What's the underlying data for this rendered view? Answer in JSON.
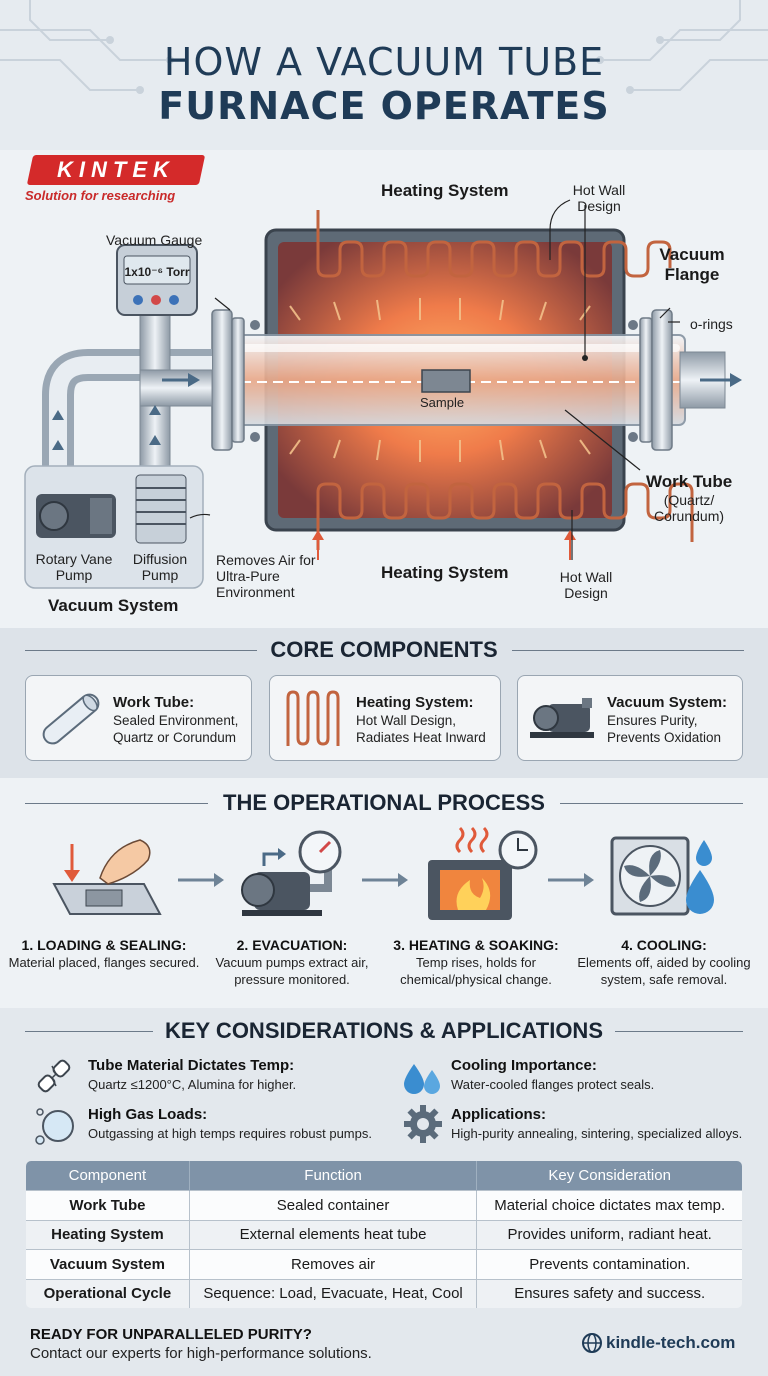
{
  "title": {
    "line1": "HOW A VACUUM TUBE",
    "line2": "FURNACE OPERATES"
  },
  "brand": {
    "name": "KINTEK",
    "tagline": "Solution for researching",
    "url": "kindle-tech.com",
    "color": "#d42a2a"
  },
  "diagram": {
    "heating_system_top": "Heating System",
    "heating_system_bottom": "Heating System",
    "hot_wall_top": "Hot Wall Design",
    "hot_wall_bottom": "Hot Wall Design",
    "vacuum_gauge": "Vacuum Gauge",
    "gauge_reading": "1x10⁻⁶ Torr",
    "vacuum_flange": "Vacuum Flange",
    "o_rings": "o-rings",
    "sample": "Sample",
    "work_tube": "Work Tube",
    "work_tube_material": "(Quartz/ Corundum)",
    "rotary_pump": "Rotary Vane Pump",
    "diffusion_pump": "Diffusion Pump",
    "vacuum_system": "Vacuum System",
    "removes_air": "Removes Air for Ultra-Pure Environment"
  },
  "core": {
    "title": "CORE COMPONENTS",
    "cards": [
      {
        "icon": "tube-icon",
        "title": "Work Tube:",
        "text": "Sealed Environment, Quartz or Corundum"
      },
      {
        "icon": "coil-icon",
        "title": "Heating System:",
        "text": "Hot Wall Design, Radiates Heat Inward"
      },
      {
        "icon": "pump-icon",
        "title": "Vacuum System:",
        "text": "Ensures Purity, Prevents Oxidation"
      }
    ]
  },
  "process": {
    "title": "THE OPERATIONAL PROCESS",
    "steps": [
      {
        "icon": "loading-icon",
        "title": "1. LOADING & SEALING:",
        "text": "Material placed, flanges secured."
      },
      {
        "icon": "evacuation-icon",
        "title": "2. EVACUATION:",
        "text": "Vacuum pumps extract air, pressure monitored."
      },
      {
        "icon": "heating-icon",
        "title": "3. HEATING & SOAKING:",
        "text": "Temp rises, holds for chemical/physical change."
      },
      {
        "icon": "cooling-icon",
        "title": "4. COOLING:",
        "text": "Elements off, aided by cooling system, safe removal."
      }
    ]
  },
  "considerations": {
    "title": "KEY CONSIDERATIONS & APPLICATIONS",
    "items": [
      {
        "icon": "broken-tube-icon",
        "title": "Tube Material Dictates Temp:",
        "text": "Quartz ≤1200°C, Alumina for higher."
      },
      {
        "icon": "water-drops-icon",
        "title": "Cooling Importance:",
        "text": "Water-cooled flanges protect seals."
      },
      {
        "icon": "bubbles-icon",
        "title": "High Gas Loads:",
        "text": "Outgassing at high temps requires robust pumps."
      },
      {
        "icon": "gear-icon",
        "title": "Applications:",
        "text": "High-purity annealing, sintering, specialized alloys."
      }
    ]
  },
  "table": {
    "headers": [
      "Component",
      "Function",
      "Key Consideration"
    ],
    "rows": [
      [
        "Work Tube",
        "Sealed container",
        "Material choice dictates max temp."
      ],
      [
        "Heating System",
        "External elements heat tube",
        "Provides uniform, radiant heat."
      ],
      [
        "Vacuum System",
        "Removes air",
        "Prevents contamination."
      ],
      [
        "Operational Cycle",
        "Sequence: Load, Evacuate, Heat, Cool",
        "Ensures safety and success."
      ]
    ]
  },
  "footer": {
    "cta": "READY FOR UNPARALLELED PURITY?",
    "text": "Contact our experts for high-performance solutions."
  }
}
